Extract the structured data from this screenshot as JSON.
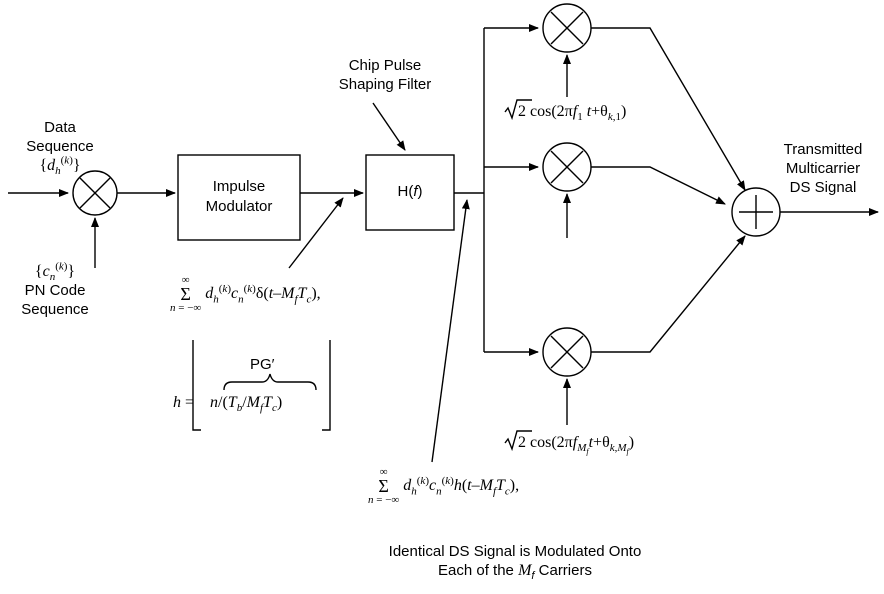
{
  "labels": {
    "data_sequence_line1": "Data",
    "data_sequence_line2": "Sequence",
    "data_symbol": "{d_h^(k)}",
    "pn_symbol": "{c_n^(k)}",
    "pn_line1": "PN Code",
    "pn_line2": "Sequence",
    "impulse_line1": "Impulse",
    "impulse_line2": "Modulator",
    "filter_title_line1": "Chip Pulse",
    "filter_title_line2": "Shaping Filter",
    "filter_box": "H(f)",
    "impulse_expression": "Σ_{n=-∞}^{∞} d_h^(k) c_n^(k) δ(t−M_f T_c),",
    "h_expression": "h = ⌊ n/(T_b/M_f T_c) ⌋",
    "pg_label": "PG′",
    "shaped_expression": "Σ_{n=-∞}^{∞} d_h^(k) c_n^(k) h(t−M_f T_c),",
    "carrier1": "√2 cos(2πf_1 t+θ_{k,1})",
    "carrierM": "√2 cos(2πf_{M_f} t+θ_{k,M_f})",
    "output_line1": "Transmitted",
    "output_line2": "Multicarrier",
    "output_line3": "DS Signal",
    "bottom_line1": "Identical DS Signal is Modulated Onto",
    "bottom_line2_a": "Each of the",
    "bottom_line2_b": "M",
    "bottom_line2_sub": "f",
    "bottom_line2_c": "Carriers"
  }
}
